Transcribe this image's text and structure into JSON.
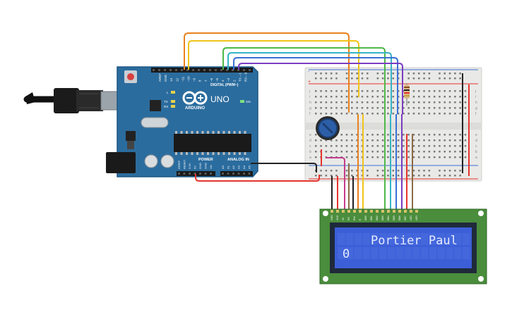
{
  "arduino": {
    "brand": "ARDUINO",
    "model": "UNO",
    "digital_header_label": "DIGITAL (PWM~)",
    "digital_pins": [
      "AREF",
      "GND",
      "13",
      "12",
      "~11",
      "~10",
      "~9",
      "8",
      "7",
      "~6",
      "~5",
      "4",
      "~3",
      "2",
      "TX→1",
      "RX←0"
    ],
    "power_label": "POWER",
    "power_pins": [
      "IOREF",
      "RESET",
      "3.3V",
      "5V",
      "GND",
      "GND",
      "Vin"
    ],
    "analog_label": "ANALOG IN",
    "analog_pins": [
      "A0",
      "A1",
      "A2",
      "A3",
      "A4",
      "A5"
    ],
    "led_labels": [
      "L",
      "TX",
      "RX"
    ],
    "on_label": "ON"
  },
  "lcd": {
    "line1": "Portier Paul",
    "line2": "0",
    "pin_labels": [
      "GND",
      "VCC",
      "V0",
      "RS",
      "RW",
      "E",
      "DB0",
      "DB1",
      "DB2",
      "DB3",
      "DB4",
      "DB5",
      "DB6",
      "DB7",
      "LED",
      "LED"
    ]
  },
  "breadboard": {
    "top_rail_signs": [
      "-",
      "+"
    ],
    "row_letters_top": [
      "j",
      "i",
      "h",
      "g",
      "f"
    ],
    "row_letters_bottom": [
      "e",
      "d",
      "c",
      "b",
      "a"
    ]
  },
  "colors": {
    "board": "#2b6c9e",
    "board_dark": "#1d5684",
    "breadboard": "#e9e9e7",
    "lcd_pcb": "#4a8d3c",
    "lcd_screen": "#3c5fd8",
    "lcd_text": "#e6ecff",
    "wire_red": "#e5342c",
    "wire_black": "#222222",
    "wire_orange": "#e9821e",
    "wire_yellow": "#f0c419",
    "wire_green": "#4fb848",
    "wire_teal": "#36b3c6",
    "wire_blue": "#3a6fd6",
    "wire_purple": "#7a3cc0",
    "wire_magenta": "#c43c8a",
    "wire_brown": "#8c6a44"
  }
}
